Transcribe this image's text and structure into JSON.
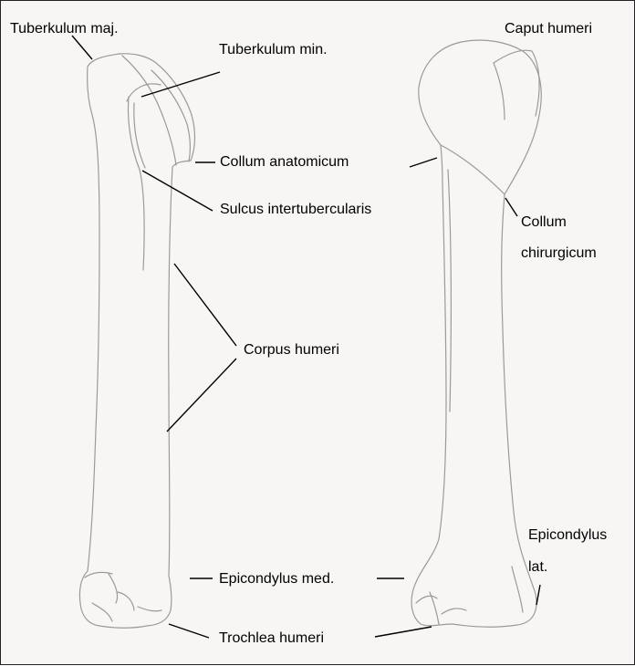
{
  "labels": {
    "tuberculum_major": "Tuberkulum maj.",
    "tuberculum_minor": "Tuberkulum min.",
    "caput_humeri": "Caput humeri",
    "collum_anatomicum": "Collum anatomicum",
    "sulcus_intertubercularis": "Sulcus intertubercularis",
    "collum_chirurgicum_1": "Collum",
    "collum_chirurgicum_2": "chirurgicum",
    "corpus_humeri": "Corpus humeri",
    "epicondylus_lateralis_1": "Epicondylus",
    "epicondylus_lateralis_2": "lat.",
    "epicondylus_medialis": "Epicondylus med.",
    "trochlea_humeri": "Trochlea humeri"
  },
  "colors": {
    "bone_outline": "#9a9a9a",
    "leader_line": "#000000",
    "paper": "#f7f6f4",
    "frame": "#222222"
  }
}
